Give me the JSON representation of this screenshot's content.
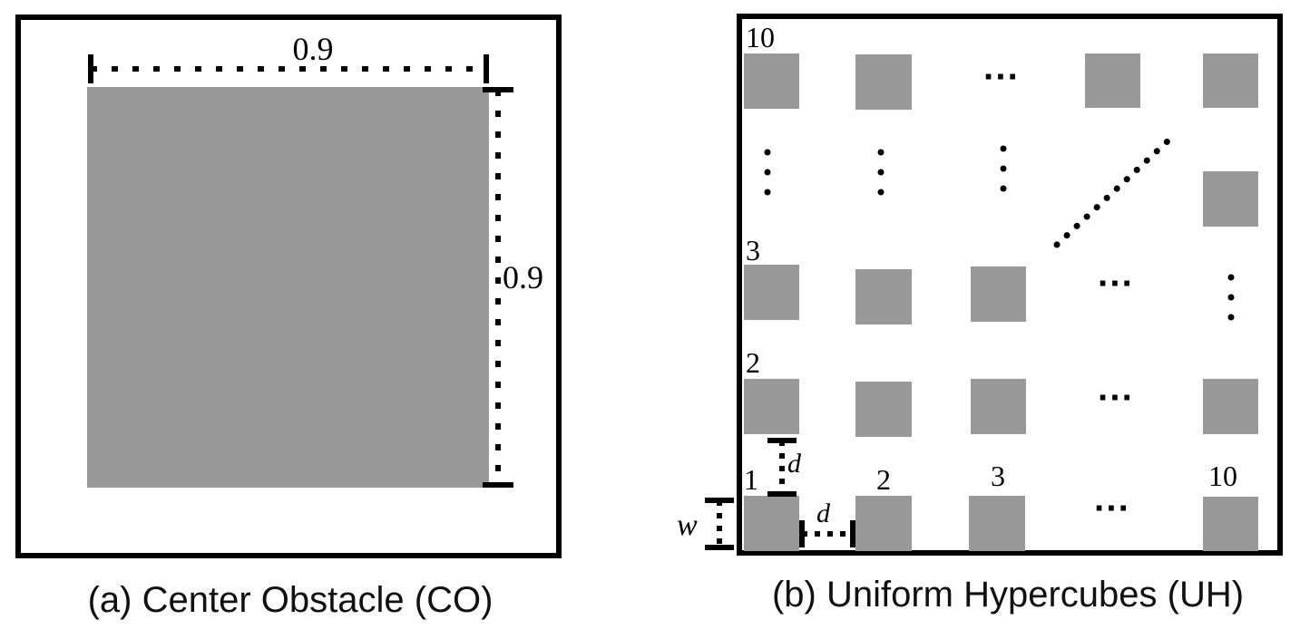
{
  "panel_a": {
    "caption": "(a) Center Obstacle (CO)",
    "width_label": "0.9",
    "height_label": "0.9"
  },
  "panel_b": {
    "caption": "(b) Uniform Hypercubes (UH)",
    "row_labels": [
      "1",
      "2",
      "3",
      "10"
    ],
    "col_labels": [
      "2",
      "3",
      "10"
    ],
    "gap_label_vertical": "d",
    "gap_label_horizontal": "d",
    "width_label": "w",
    "ellipsis": "···"
  },
  "colors": {
    "obstacle": "#999999",
    "frame": "#000000",
    "background": "#ffffff"
  }
}
